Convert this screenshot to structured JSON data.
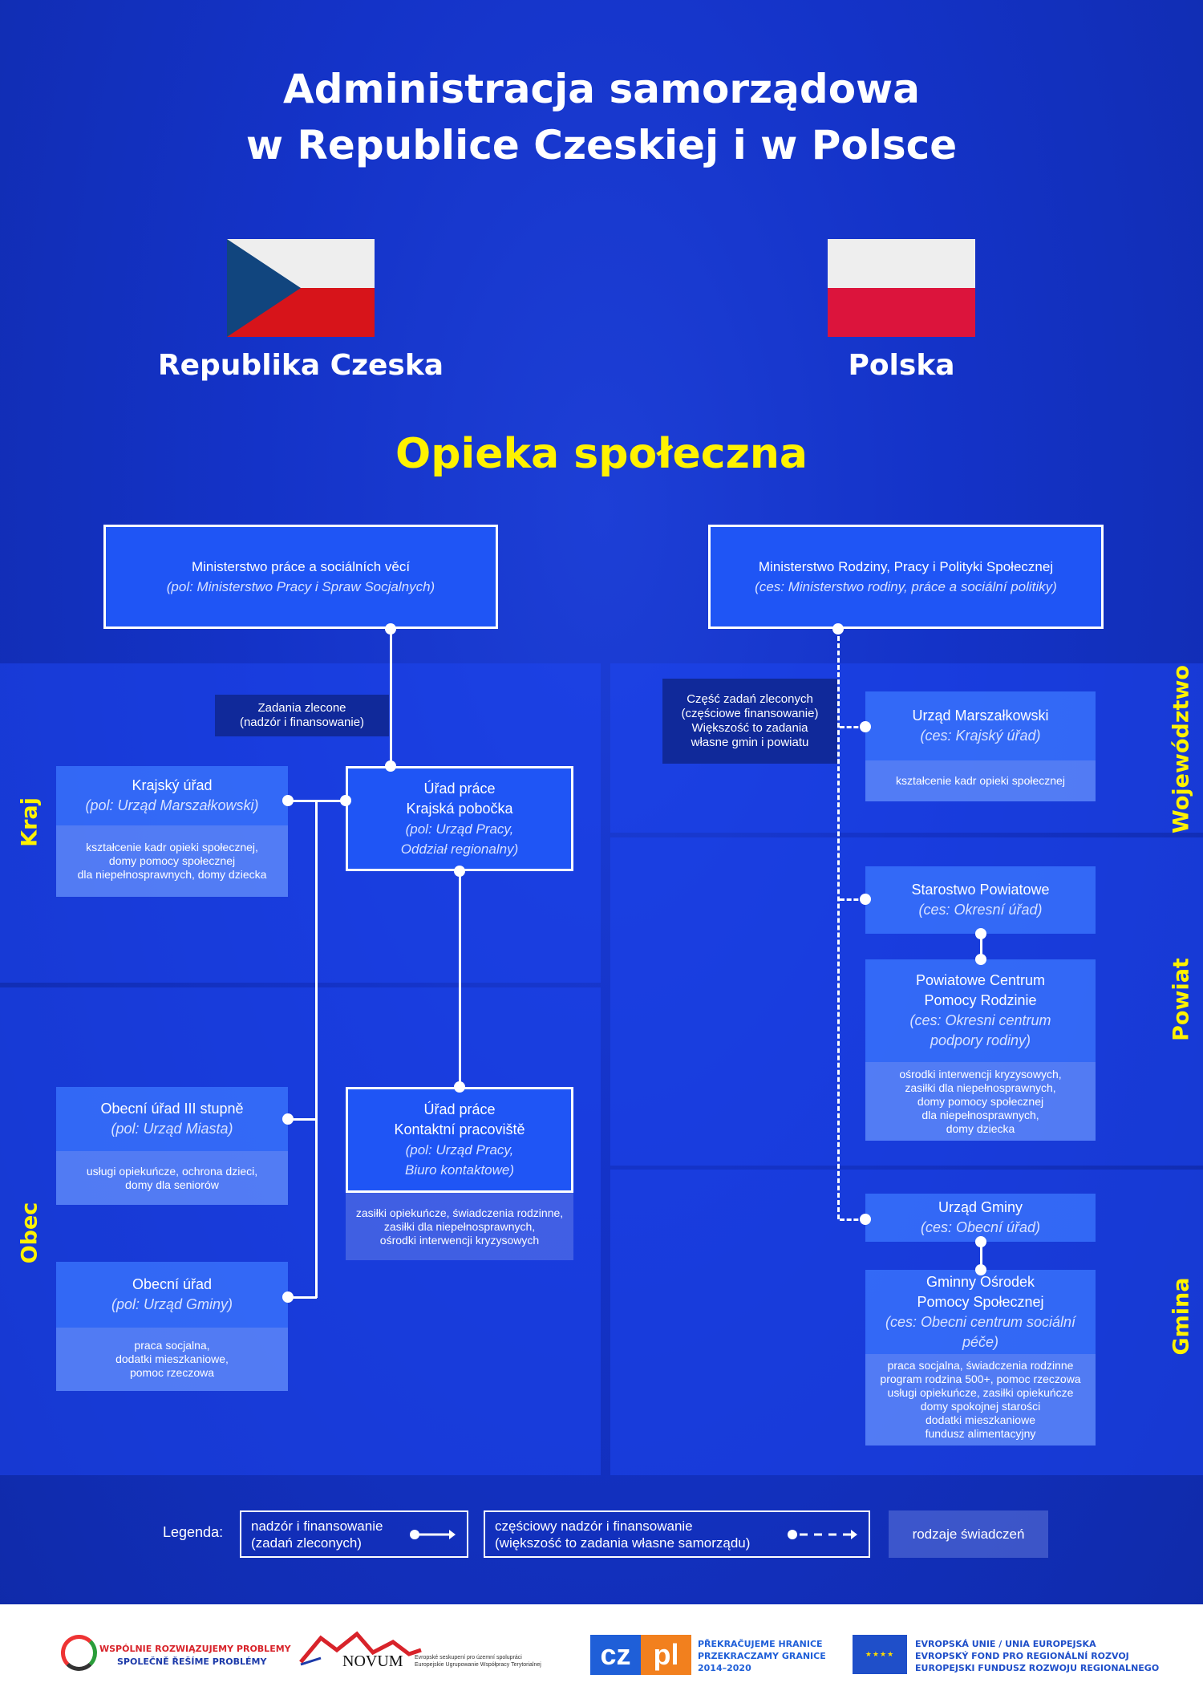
{
  "header": {
    "title_line1": "Administracja samorządowa",
    "title_line2": "w Republice Czeskiej i w Polsce"
  },
  "countries": {
    "left": "Republika Czeska",
    "right": "Polska"
  },
  "section_title": "Opieka społeczna",
  "czech": {
    "ministry": {
      "name": "Ministerstwo práce a sociálních věcí",
      "translation": "(pol: Ministerstwo Pracy i Spraw Socjalnych)"
    },
    "note": {
      "line1": "Zadania zlecone",
      "line2": "(nadzór i finansowanie)"
    },
    "levels": {
      "kraj": "Kraj",
      "obec": "Obec"
    },
    "krajsky": {
      "name": "Krajský úřad",
      "translation": "(pol: Urząd Marszałkowski)",
      "benefits": [
        "kształcenie kadr opieki społecznej,",
        "domy pomocy społecznej",
        "dla niepełnosprawnych, domy dziecka"
      ]
    },
    "urad_prace_kraj": {
      "name1": "Úřad práce",
      "name2": "Krajská pobočka",
      "tr1": "(pol: Urząd Pracy,",
      "tr2": "Oddział regionalny)"
    },
    "obecni3": {
      "name": "Obecní úřad III stupně",
      "translation": "(pol: Urząd Miasta)",
      "benefits": [
        "usługi opiekuńcze, ochrona dzieci,",
        "domy dla seniorów"
      ]
    },
    "kontaktni": {
      "name1": "Úřad práce",
      "name2": "Kontaktní pracoviště",
      "tr1": "(pol: Urząd Pracy,",
      "tr2": "Biuro kontaktowe)",
      "benefits": [
        "zasiłki opiekuńcze, świadczenia rodzinne,",
        "zasiłki dla niepełnosprawnych,",
        "ośrodki interwencji kryzysowych"
      ]
    },
    "obecni": {
      "name": "Obecní  úřad",
      "translation": "(pol: Urząd Gminy)",
      "benefits": [
        "praca socjalna,",
        "dodatki mieszkaniowe,",
        "pomoc rzeczowa"
      ]
    }
  },
  "poland": {
    "ministry": {
      "name": "Ministerstwo Rodziny, Pracy i Polityki Społecznej",
      "translation": "(ces: Ministerstwo rodiny, práce a sociální politiky)"
    },
    "note": [
      "Część zadań zleconych",
      "(częściowe finansowanie)",
      "Większość to zadania",
      "własne gmin i powiatu"
    ],
    "levels": {
      "wojewodztwo": "Województwo",
      "powiat": "Powiat",
      "gmina": "Gmina"
    },
    "marszalkowski": {
      "name": "Urząd Marszałkowski",
      "translation": "(ces: Krajský úřad)",
      "benefits": [
        "kształcenie kadr opieki społecznej"
      ]
    },
    "starostwo": {
      "name": "Starostwo Powiatowe",
      "translation": "(ces: Okresní úřad)"
    },
    "pcpr": {
      "name1": "Powiatowe Centrum",
      "name2": "Pomocy Rodzinie",
      "tr1": "(ces: Okresni centrum",
      "tr2": "podpory rodiny)",
      "benefits": [
        "ośrodki interwencji kryzysowych,",
        "zasiłki dla niepełnosprawnych,",
        "domy pomocy społecznej",
        "dla niepełnosprawnych,",
        "domy dziecka"
      ]
    },
    "urzad_gminy": {
      "name": "Urząd Gminy",
      "translation": "(ces: Obecní úřad)"
    },
    "gops": {
      "name1": "Gminny Ośrodek",
      "name2": "Pomocy Społecznej",
      "translation": "(ces: Obecni centrum sociální péče)",
      "benefits": [
        "praca socjalna, świadczenia rodzinne",
        "program rodzina 500+, pomoc rzeczowa",
        "usługi opiekuńcze, zasiłki opiekuńcze",
        "domy spokojnej starości",
        "dodatki mieszkaniowe",
        "fundusz alimentacyjny"
      ]
    }
  },
  "legend": {
    "label": "Legenda:",
    "solid": {
      "line1": "nadzór i finansowanie",
      "line2": "(zadań zleconych)"
    },
    "dashed": {
      "line1": "częściowy nadzór i finansowanie",
      "line2": "(większość to zadania własne samorządu)"
    },
    "benefits": "rodzaje świadczeń"
  },
  "footer": {
    "logo1": {
      "line1": "WSPÓLNIE ROZWIĄZUJEMY PROBLEMY",
      "line2": "SPOLEČNĚ ŘEŠÍME PROBLÉMY"
    },
    "logo2": {
      "name": "NOVUM",
      "line1": "Evropské seskupení pro územní spolupráci",
      "line2": "Europejskie Ugrupowanie Współpracy Terytorialnej"
    },
    "logo3": {
      "cz": "cz",
      "pl": "pl",
      "line1": "PŘEKRAČUJEME HRANICE",
      "line2": "PRZEKRACZAMY GRANICE",
      "line3": "2014–2020"
    },
    "logo4": {
      "line1": "EVROPSKÁ UNIE / UNIA EUROPEJSKA",
      "line2": "EVROPSKÝ FOND PRO REGIONÁLNÍ ROZVOJ",
      "line3": "EUROPEJSKI FUNDUSZ ROZWOJU REGIONALNEGO"
    }
  },
  "colors": {
    "accent_yellow": "#fff200",
    "background": "#1433c8",
    "box": "#1f55f5"
  }
}
